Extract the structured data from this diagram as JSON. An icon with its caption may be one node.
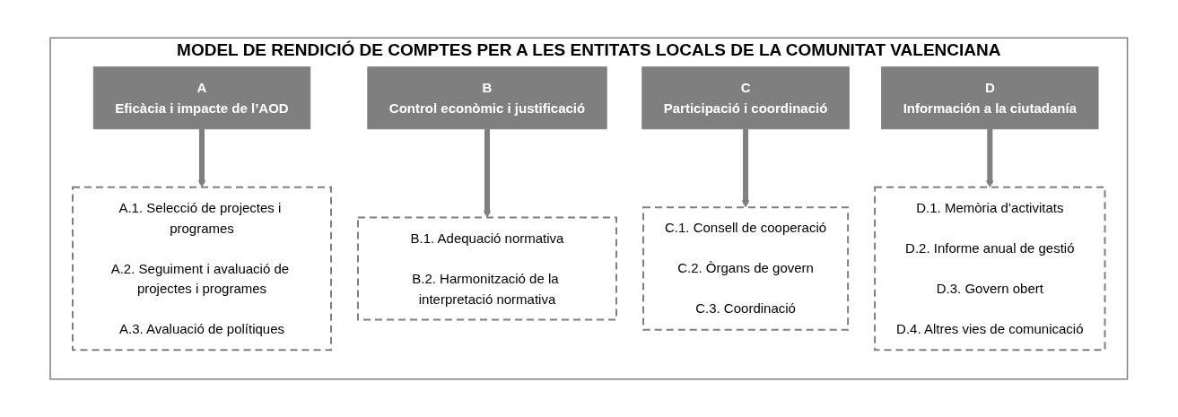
{
  "diagram": {
    "nodes": [
      {
        "text": [
          "MODEL DE RENDICIÓ DE COMPTES PER A LES ENTITATS LOCALS DE LA COMUNITAT VALENCIANA"
        ]
      },
      {
        "text": [
          "A",
          "Eficàcia i impacte de l’AOD"
        ],
        "in": 0
      },
      {
        "text": [
          "A.1. Selecció de projectes i programes",
          "A.2. Seguiment i avaluació de projectes i programes",
          "A.3. Avaluació de polítiques"
        ],
        "in": 0
      },
      {
        "text": [
          "B",
          "Control econòmic i justificació"
        ],
        "in": 0
      },
      {
        "text": [
          "B.1. Adequació normativa",
          "B.2. Harmonització de la interpretació normativa"
        ],
        "in": 0
      },
      {
        "text": [
          "C",
          "Participació i coordinació"
        ],
        "in": 0
      },
      {
        "text": [
          "C.1. Consell de cooperació",
          "C.2. Òrgans de govern",
          "C.3. Coordinació"
        ],
        "in": 0
      },
      {
        "text": [
          "D",
          "Información a la ciutadanía"
        ],
        "in": 0
      },
      {
        "text": [
          "D.1. Memòria d’activitats",
          "D.2. Informe anual de gestió",
          "D.3. Govern obert",
          "D.4. Altres vies de comunicació"
        ],
        "in": 0
      }
    ],
    "edges": [
      {
        "from": 1,
        "to": 2,
        "arrow": "to"
      },
      {
        "from": 3,
        "to": 4,
        "arrow": "to"
      },
      {
        "from": 5,
        "to": 6,
        "arrow": "to"
      },
      {
        "from": 7,
        "to": 8,
        "arrow": "to"
      }
    ]
  }
}
